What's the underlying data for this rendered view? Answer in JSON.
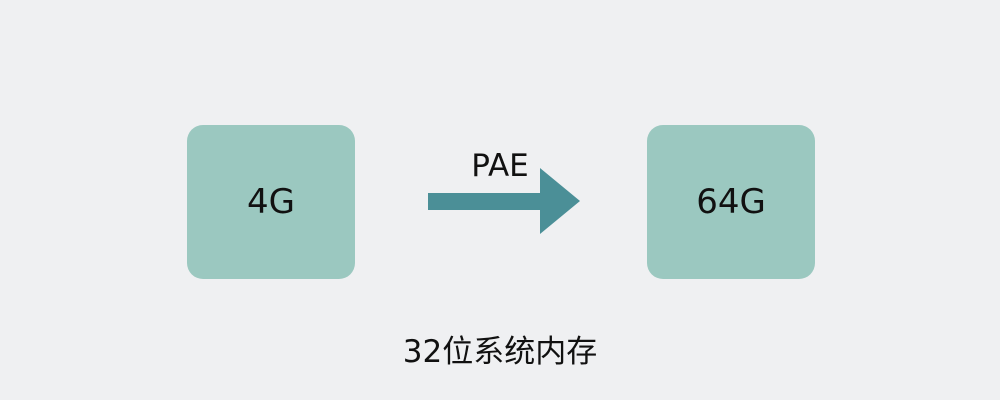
{
  "diagram": {
    "source_box": {
      "label": "4G"
    },
    "target_box": {
      "label": "64G"
    },
    "arrow": {
      "label": "PAE"
    },
    "caption": "32位系统内存",
    "colors": {
      "background": "#eff0f2",
      "box_fill": "#9bc8c0",
      "arrow_fill": "#4b8f97",
      "text": "#111111"
    }
  }
}
